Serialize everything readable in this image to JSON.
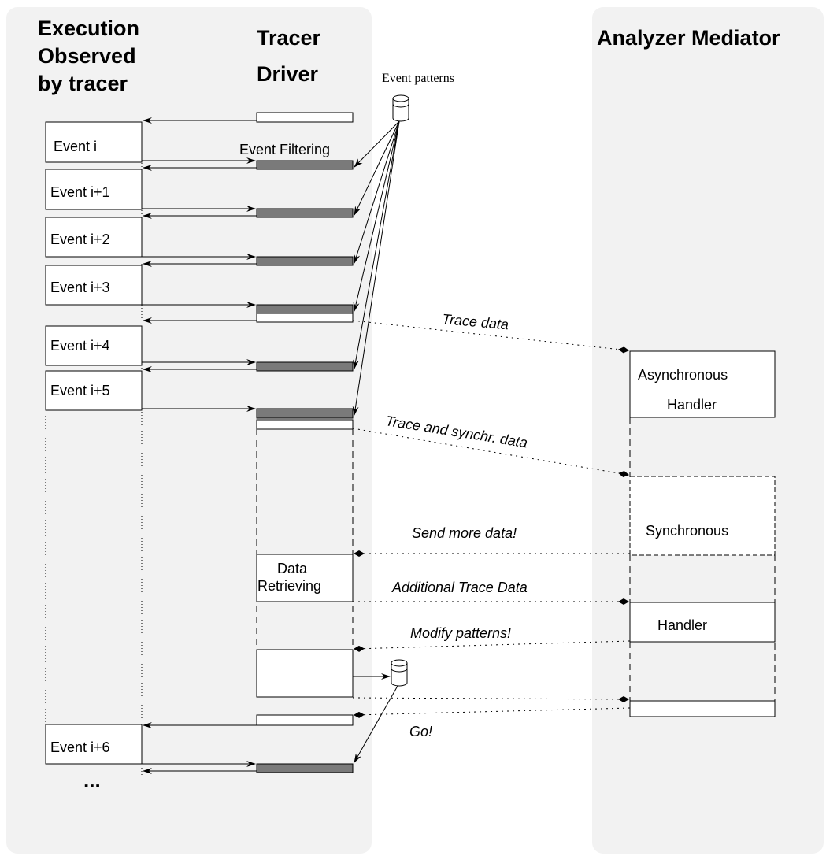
{
  "titles": {
    "left": [
      "Execution",
      "Observed",
      "by tracer"
    ],
    "middle": [
      "Tracer",
      "Driver"
    ],
    "right": "Analyzer Mediator"
  },
  "event_patterns_label": "Event patterns",
  "events": [
    "Event i",
    "Event i+1",
    "Event i+2",
    "Event i+3",
    "Event i+4",
    "Event i+5",
    "Event i+6"
  ],
  "ellipsis": "...",
  "driver_labels": {
    "event_filtering": "Event Filtering",
    "data_retrieving": [
      "Data",
      "Retrieving"
    ]
  },
  "handlers": {
    "async": [
      "Asynchronous",
      "Handler"
    ],
    "sync_top": "Synchronous",
    "sync_bottom": "Handler"
  },
  "messages": {
    "trace_data": "Trace data",
    "trace_sync": "Trace and synchr. data",
    "send_more": "Send more data!",
    "additional": "Additional Trace Data",
    "modify": "Modify patterns!",
    "go": "Go!"
  },
  "colors": {
    "panel": "#f2f2f2",
    "bar": "#7a7a7a",
    "line": "#000000"
  }
}
